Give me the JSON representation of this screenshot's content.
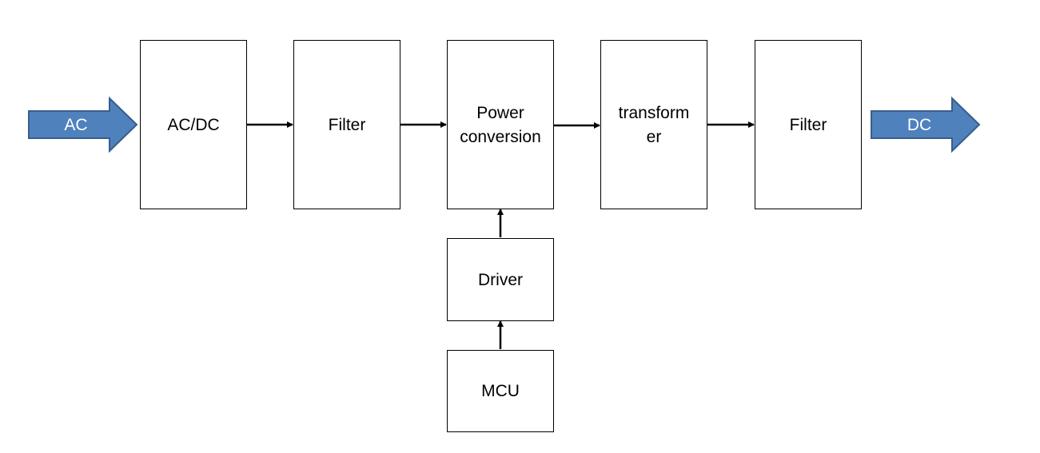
{
  "colors": {
    "io_arrow_fill": "#4F81BD",
    "io_arrow_stroke": "#385D8A",
    "block_stroke": "#000000",
    "connector": "#000000"
  },
  "input": {
    "label": "AC"
  },
  "output": {
    "label": "DC"
  },
  "blocks": {
    "acdc": {
      "lines": [
        "AC/DC"
      ]
    },
    "filter1": {
      "lines": [
        "Filter"
      ]
    },
    "power_conversion": {
      "lines": [
        "Power",
        "conversion"
      ]
    },
    "transformer": {
      "lines": [
        "transform",
        "er"
      ]
    },
    "filter2": {
      "lines": [
        "Filter"
      ]
    },
    "driver": {
      "lines": [
        "Driver"
      ]
    },
    "mcu": {
      "lines": [
        "MCU"
      ]
    }
  },
  "connections": [
    {
      "from": "input",
      "to": "acdc"
    },
    {
      "from": "acdc",
      "to": "filter1"
    },
    {
      "from": "filter1",
      "to": "power_conversion"
    },
    {
      "from": "power_conversion",
      "to": "transformer"
    },
    {
      "from": "transformer",
      "to": "filter2"
    },
    {
      "from": "filter2",
      "to": "output"
    },
    {
      "from": "mcu",
      "to": "driver"
    },
    {
      "from": "driver",
      "to": "power_conversion"
    }
  ]
}
